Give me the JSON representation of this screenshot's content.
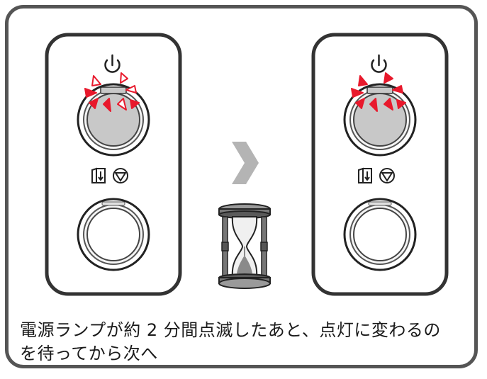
{
  "caption": {
    "line1": "電源ランプが約 2 分間点滅したあと、点灯に変わるの",
    "line2": "を待ってから次へ"
  },
  "panels": [
    {
      "name": "before",
      "lamp_state": "blinking"
    },
    {
      "name": "after",
      "lamp_state": "lit"
    }
  ],
  "icons": {
    "power": "power-icon",
    "tray": "tray-down-icon",
    "stop": "stop-icon",
    "arrow": "chevron-right-icon",
    "hourglass": "hourglass-icon"
  },
  "colors": {
    "frame": "#555555",
    "panel_border": "#333333",
    "button_fill": "#c8c8c8",
    "flash_red": "#e8192c",
    "arrow": "#b4b4b4"
  }
}
